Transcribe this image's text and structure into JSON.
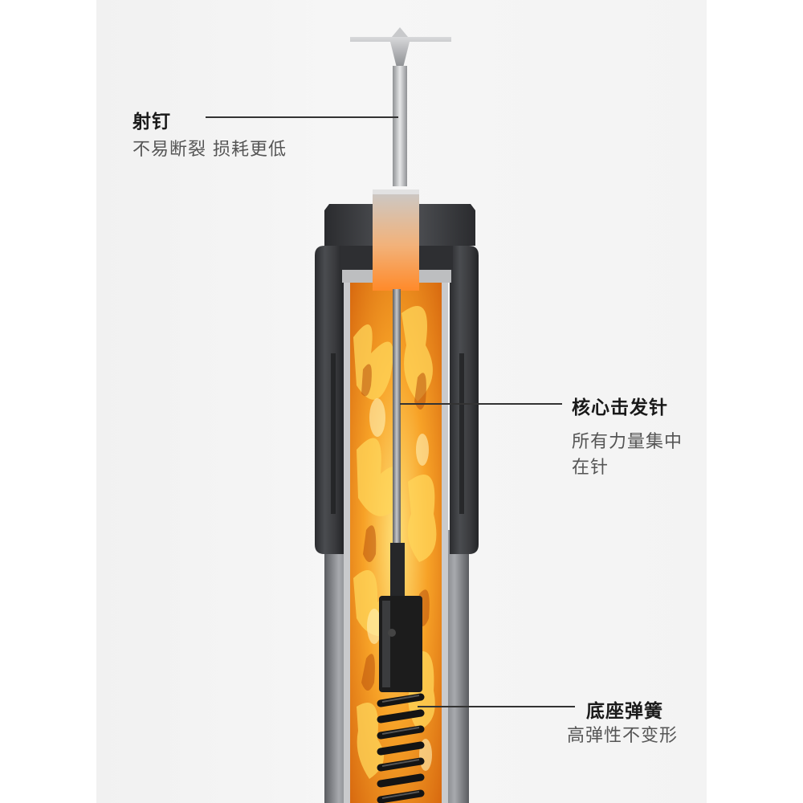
{
  "callouts": {
    "nail": {
      "title": "射钉",
      "desc": "不易断裂 损耗更低"
    },
    "pin": {
      "title": "核心击发针",
      "desc_line1": "所有力量集中",
      "desc_line2": "在针"
    },
    "spring": {
      "title": "底座弹簧",
      "desc": "高弹性不变形"
    }
  },
  "colors": {
    "background": "#f3f3f3",
    "body_dark": "#3a3b3e",
    "tube_gray": "#8a8c90",
    "flame_orange": "#f08a1a",
    "flame_yellow": "#ffd65a",
    "spring_black": "#1c1c1c",
    "leader_line": "#333333"
  },
  "icons": {
    "nail": "nail-icon",
    "firing_pin": "firing-pin-icon",
    "spring": "spring-icon",
    "flame": "flame-icon"
  }
}
